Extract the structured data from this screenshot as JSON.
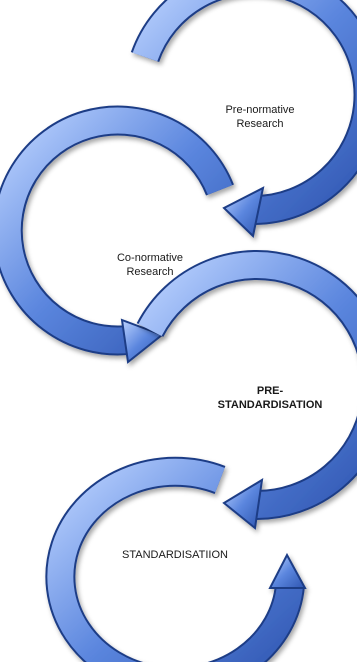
{
  "stages": [
    {
      "id": "pre-normative-research",
      "lines": [
        "Pre-normative",
        "Research"
      ]
    },
    {
      "id": "co-normative-research",
      "lines": [
        "Co-normative",
        "Research"
      ]
    },
    {
      "id": "pre-standardisation",
      "lines": [
        "PRE-",
        "STANDARDISATION"
      ]
    },
    {
      "id": "standardisation",
      "lines": [
        "STANDARDISATIION"
      ]
    }
  ],
  "colors": {
    "arrow_fill_light": "#bcd3ff",
    "arrow_fill_mid": "#5b86de",
    "arrow_fill_dark": "#2e55b0",
    "arrow_outline": "#1f3c86"
  }
}
